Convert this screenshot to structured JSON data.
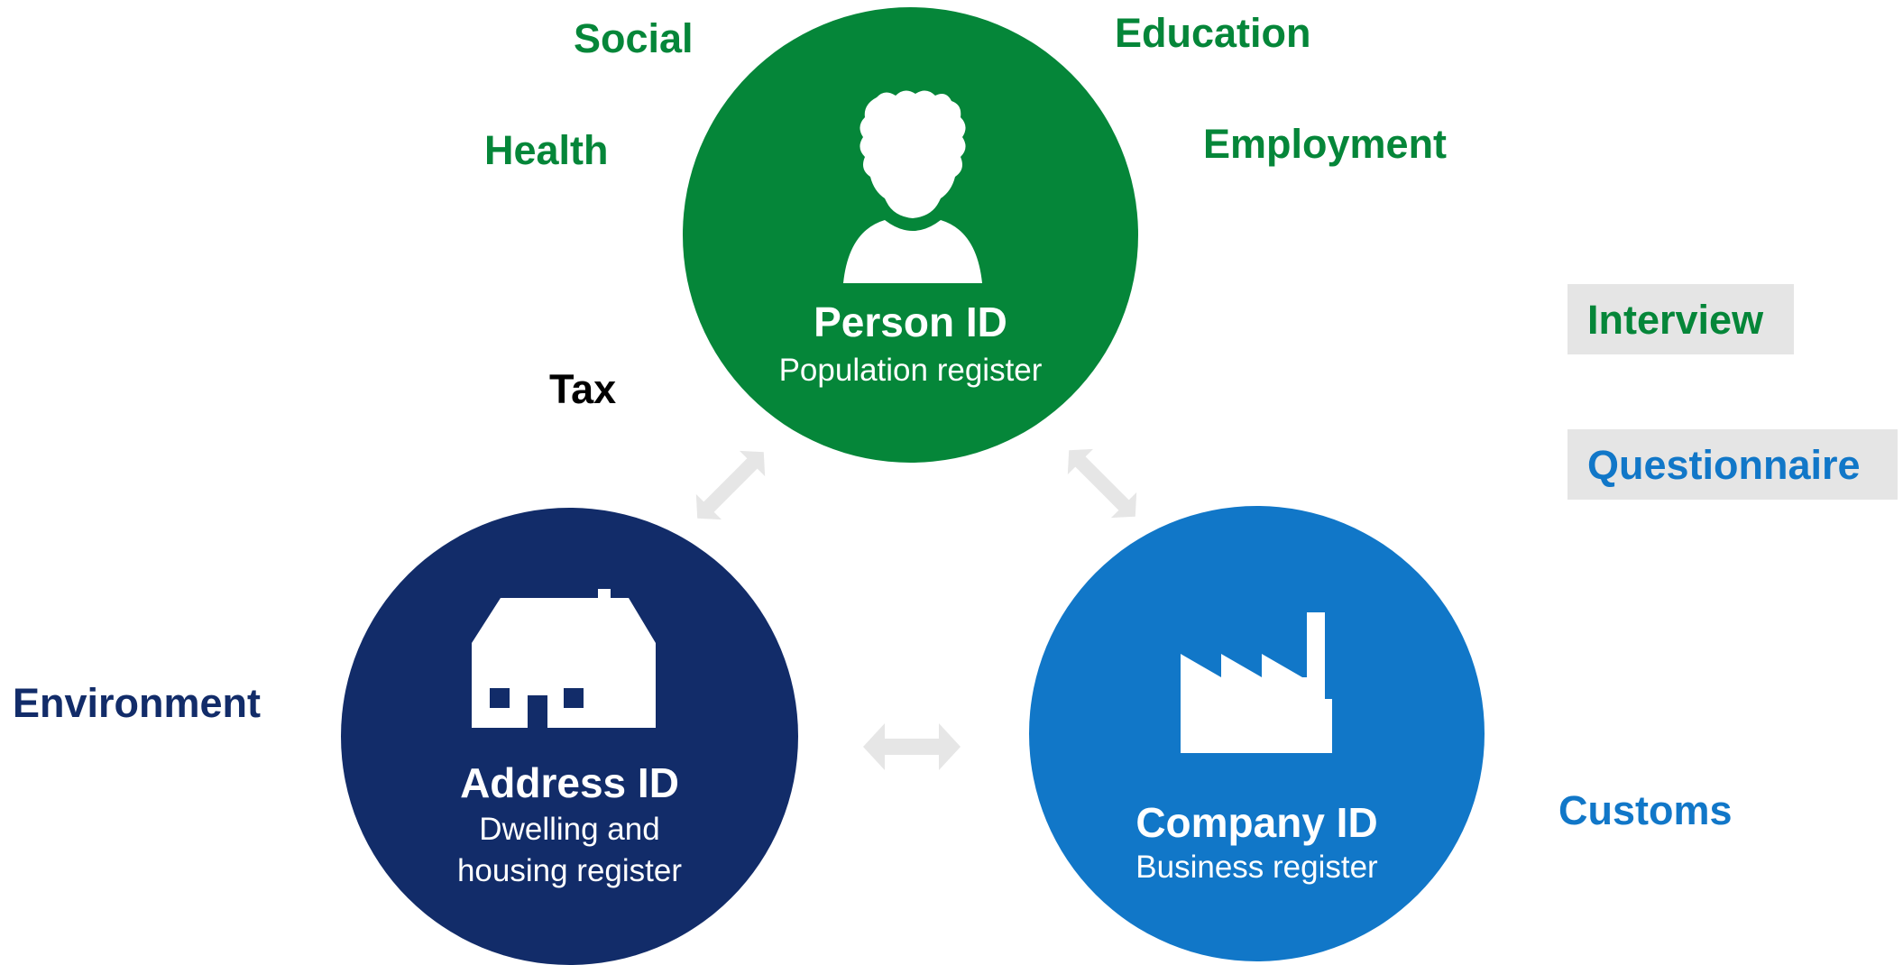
{
  "sources": {
    "social": "Social",
    "education": "Education",
    "health": "Health",
    "employment": "Employment",
    "tax": "Tax",
    "environment": "Environment",
    "customs": "Customs"
  },
  "collection_methods": {
    "interview": "Interview",
    "questionnaire": "Questionnaire"
  },
  "hubs": {
    "person": {
      "title": "Person ID",
      "subtitle": "Population register",
      "icon": "person-icon"
    },
    "address": {
      "title": "Address ID",
      "subtitle_line1": "Dwelling and",
      "subtitle_line2": "housing register",
      "icon": "house-icon"
    },
    "company": {
      "title": "Company ID",
      "subtitle": "Business register",
      "icon": "factory-icon"
    }
  },
  "colors": {
    "green": "#058639",
    "navy": "#122c69",
    "blue": "#1177c8",
    "arrow_gray": "#e6e6e6",
    "tag_gray": "#e5e5e5"
  }
}
